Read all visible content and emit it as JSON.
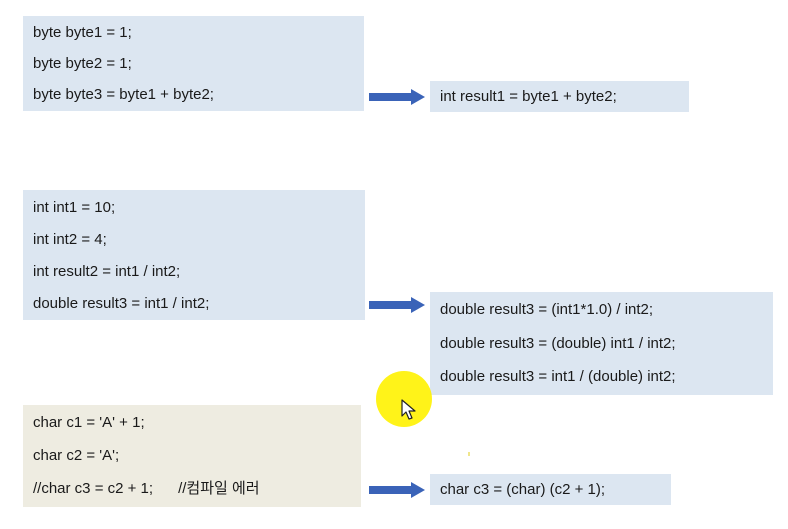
{
  "blocks": [
    {
      "left_lines": [
        "byte byte1 = 1;",
        "byte byte2 = 1;",
        "byte byte3 = byte1 + byte2;"
      ],
      "right_lines": [
        "int result1 = byte1 + byte2;"
      ]
    },
    {
      "left_lines": [
        "int int1 = 10;",
        "int int2 = 4;",
        "int result2 = int1 / int2;",
        "double result3 = int1 / int2;"
      ],
      "right_lines": [
        "double result3 = (int1*1.0) / int2;",
        "double result3 = (double) int1 / int2;",
        "double result3 = int1 / (double) int2;"
      ]
    },
    {
      "left_lines": [
        "char c1 = 'A' + 1;",
        "char c2 = 'A';",
        "//char c3 = c2 + 1;      //컴파일 에러"
      ],
      "right_lines": [
        "char c3 = (char) (c2 + 1);"
      ]
    }
  ],
  "colors": {
    "code_box_blue": "#dce6f1",
    "code_box_beige": "#eeece1",
    "arrow": "#3a63b8",
    "cursor_highlight": "#fff200"
  },
  "icons": {
    "arrow": "right-arrow-icon",
    "cursor": "mouse-pointer-icon"
  }
}
